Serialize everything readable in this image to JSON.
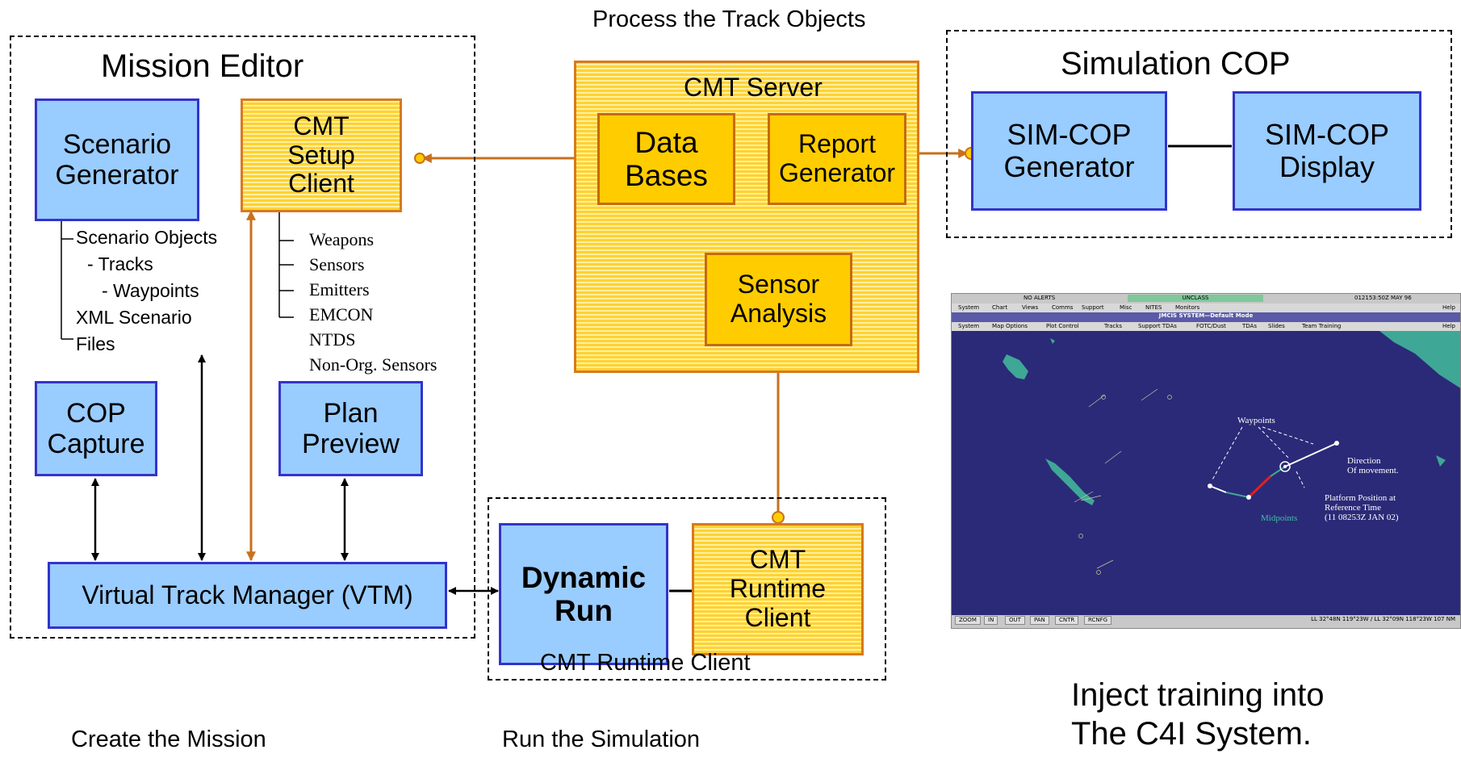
{
  "diagram": {
    "top_caption": "Process the Track Objects",
    "mission_editor": {
      "title": "Mission Editor",
      "scenario_generator": "Scenario Generator",
      "scenario_generator_lines": [
        "Scenario",
        "Generator"
      ],
      "cmt_setup_client_lines": [
        "CMT",
        "Setup",
        "Client"
      ],
      "scenario_outputs": [
        "Scenario Objects",
        "- Tracks",
        "- Waypoints",
        "XML Scenario",
        "Files"
      ],
      "setup_items": [
        "Weapons",
        "Sensors",
        "Emitters",
        "EMCON",
        "NTDS",
        "Non-Org. Sensors"
      ],
      "cop_capture_lines": [
        "COP",
        "Capture"
      ],
      "plan_preview_lines": [
        "Plan",
        "Preview"
      ],
      "vtm": "Virtual Track Manager (VTM)"
    },
    "cmt_server": {
      "title": "CMT Server",
      "data_bases_lines": [
        "Data",
        "Bases"
      ],
      "report_generator_lines": [
        "Report",
        "Generator"
      ],
      "sensor_analysis_lines": [
        "Sensor",
        "Analysis"
      ]
    },
    "simulation_cop": {
      "title": "Simulation COP",
      "generator_lines": [
        "SIM-COP",
        "Generator"
      ],
      "display_lines": [
        "SIM-COP",
        "Display"
      ]
    },
    "runtime": {
      "caption": "CMT Runtime Client",
      "dynamic_run_lines": [
        "Dynamic",
        "Run"
      ],
      "cmt_runtime_client_lines": [
        "CMT",
        "Runtime",
        "Client"
      ]
    },
    "bottom_captions": {
      "create": "Create the Mission",
      "run": "Run the Simulation",
      "inject_lines": [
        "Inject training into",
        "The C4I System."
      ]
    },
    "colors": {
      "blue_fill": "#99ccff",
      "blue_border": "#3333cc",
      "gold_fill": "#ffcc00",
      "orange_arrow": "#c8701e",
      "map_sea": "#2b2a78",
      "map_land": "#3fa796"
    }
  },
  "screenshot": {
    "status_alerts": "NO ALERTS",
    "status_class": "UNCLASS",
    "status_time": "012153:50Z MAY 96",
    "menu1": [
      "System",
      "Chart",
      "Views",
      "Comms",
      "Support",
      "Misc",
      "NITES",
      "Monitors"
    ],
    "menu1_help": "Help",
    "window_title": "JMCIS SYSTEM—Default Mode",
    "menu2": [
      "System",
      "Map Options",
      "Plot Control",
      "Tracks",
      "Support TDAs",
      "FOTC/Dust",
      "TDAs",
      "Slides",
      "Team Training"
    ],
    "menu2_help": "Help",
    "annotations": {
      "waypoints": "Waypoints",
      "direction": [
        "Direction",
        "Of movement."
      ],
      "platform": [
        "Platform Position at",
        "Reference Time",
        "(11 08253Z JAN 02)"
      ],
      "midpoints": "Midpoints"
    },
    "bottom_bar": [
      "ZOOM",
      "IN",
      "OUT",
      "PAN",
      "CNTR",
      "RCNFG"
    ],
    "bottom_coords": "LL 32°48N 119°23W / LL 32°09N 118°23W 107 NM"
  }
}
